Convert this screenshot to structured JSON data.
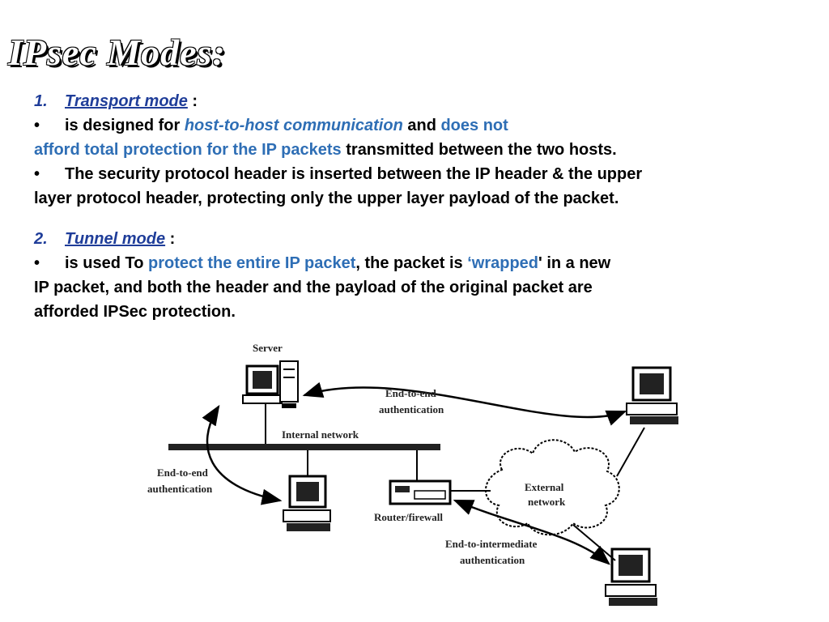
{
  "title": "IPsec Modes:",
  "transport": {
    "number": "1.",
    "heading": "Transport mode",
    "colon": " :",
    "bullet": "•",
    "b1_part1": "is designed for ",
    "b1_part2": "host-to-host communication",
    "b1_part3": " and ",
    "b1_part4": "does not",
    "b1_line2_part1": "afford total protection for the IP packets",
    "b1_line2_part2": " transmitted between the two hosts.",
    "b2_line1": "The security protocol header is inserted between the IP header & the upper",
    "b2_line2": "layer protocol header, protecting only the upper layer payload of the packet."
  },
  "tunnel": {
    "number": "2.",
    "heading": "Tunnel mode",
    "colon": " :",
    "bullet": "•",
    "b1_part1": "is used To ",
    "b1_part2": "protect the entire IP packet",
    "b1_part3": ", the packet is ",
    "b1_part4": "‘wrapped",
    "b1_part5": "' in a new",
    "b1_line2": "IP packet, and both the header and the payload of the original packet are",
    "b1_line3": "afforded IPSec protection."
  },
  "diagram": {
    "server_label": "Server",
    "internal_network_label": "Internal network",
    "end_to_end_top_line1": "End-to-end",
    "end_to_end_top_line2": "authentication",
    "end_to_end_left_line1": "End-to-end",
    "end_to_end_left_line2": "authentication",
    "router_label": "Router/firewall",
    "external_line1": "External",
    "external_line2": "network",
    "end_to_int_line1": "End-to-intermediate",
    "end_to_int_line2": "authentication"
  }
}
